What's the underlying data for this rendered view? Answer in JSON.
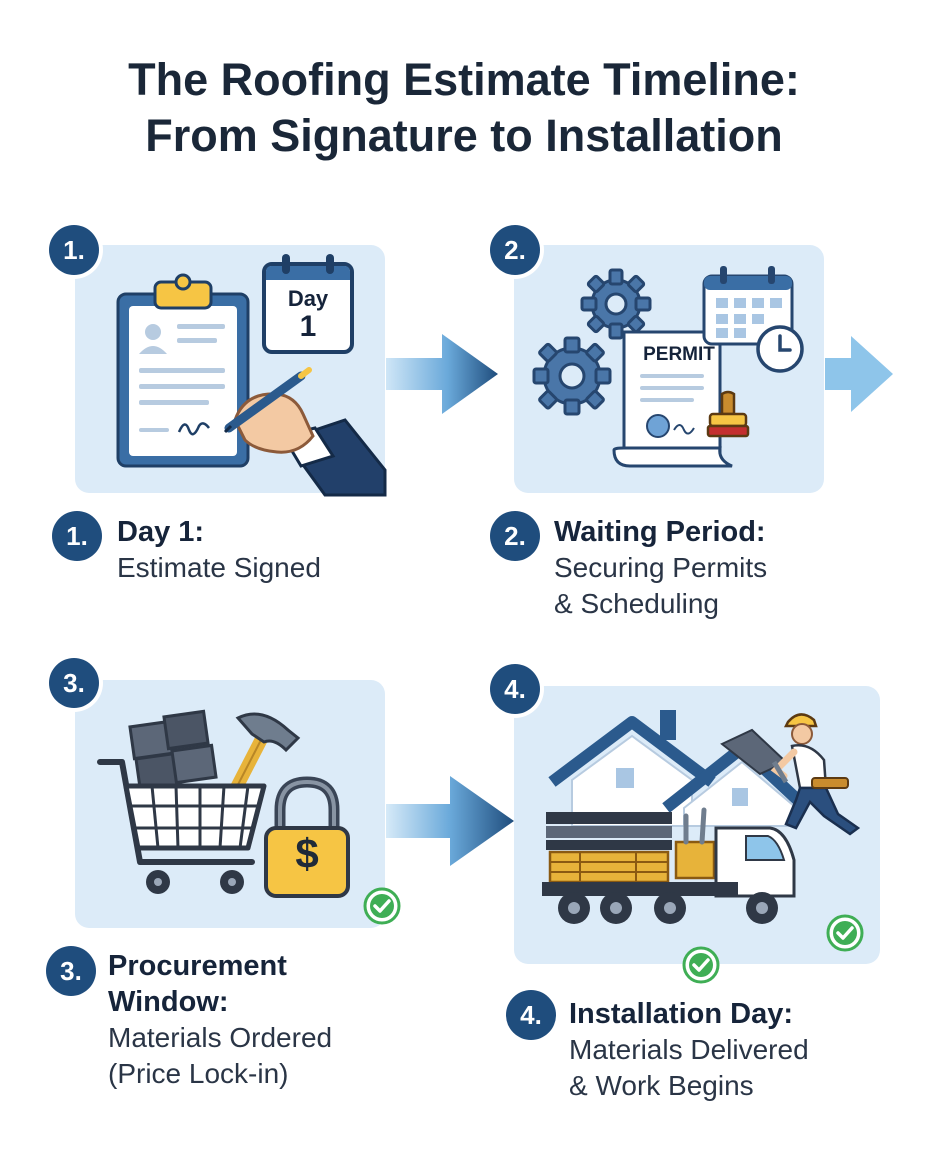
{
  "title": {
    "line1": "The Roofing Estimate Timeline:",
    "line2": "From Signature to Installation"
  },
  "steps": [
    {
      "badge": "1.",
      "heading": "Day 1:",
      "lines": [
        "Estimate Signed"
      ],
      "calendar_label": "Day",
      "calendar_number": "1",
      "icons": [
        "clipboard-icon",
        "calendar-icon",
        "signing-hand-icon"
      ]
    },
    {
      "badge": "2.",
      "heading": "Waiting Period:",
      "lines": [
        "Securing Permits",
        "& Scheduling"
      ],
      "document_label": "PERMIT",
      "icons": [
        "gears-icon",
        "permit-scroll-icon",
        "calendar-icon",
        "clock-icon",
        "stamp-icon"
      ]
    },
    {
      "badge": "3.",
      "heading_lines": [
        "Procurement",
        "Window:"
      ],
      "lines": [
        "Materials Ordered",
        "(Price Lock-in)"
      ],
      "lock_symbol": "$",
      "icons": [
        "shopping-cart-icon",
        "shingles-icon",
        "hammer-icon",
        "padlock-icon",
        "check-icon"
      ]
    },
    {
      "badge": "4.",
      "heading": "Installation Day:",
      "lines": [
        "Materials Delivered",
        "& Work Begins"
      ],
      "icons": [
        "house-icon",
        "roofer-icon",
        "delivery-truck-icon",
        "check-icon"
      ]
    }
  ],
  "colors": {
    "navy": "#1f4d7d",
    "panel": "#dcebf8",
    "arrow_light": "#8ec5ea",
    "gold": "#f6c544",
    "check": "#3fae55"
  }
}
